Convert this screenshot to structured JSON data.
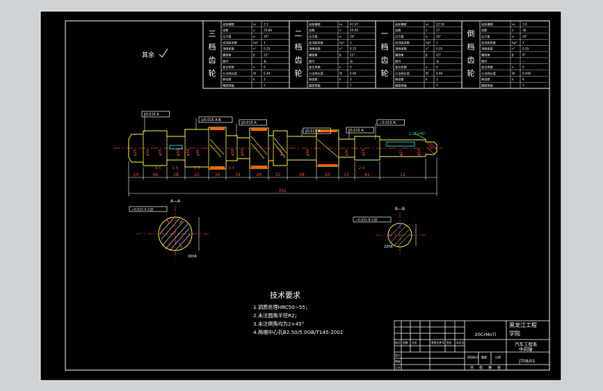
{
  "surface_finish_note": "其余",
  "gear_labels": [
    "三档齿轮",
    "二档齿轮",
    "一档齿轮",
    "倒档齿轮"
  ],
  "gear_tables": [
    {
      "rows": [
        [
          "齿轮模数",
          "m",
          "2.5"
        ],
        [
          "齿数",
          "z",
          "25.80"
        ],
        [
          "压力角",
          "α",
          "20°"
        ],
        [
          "齿顶高系数",
          "ha*",
          "1"
        ],
        [
          "顶隙系数",
          "c*",
          "0.25"
        ],
        [
          "螺旋角",
          "β",
          "22°"
        ],
        [
          "旋向",
          "",
          "右"
        ],
        [
          "变位系数",
          "x",
          "0"
        ],
        [
          "公法线长度",
          "W",
          "6.40"
        ],
        [
          "跨齿数",
          "k",
          "3"
        ],
        [
          "精度等级",
          "",
          "7"
        ]
      ]
    },
    {
      "rows": [
        [
          "齿轮模数",
          "m",
          "41.07"
        ],
        [
          "齿数",
          "z",
          "20.00"
        ],
        [
          "压力角",
          "α",
          "20°"
        ],
        [
          "齿顶高系数",
          "ha*",
          "1"
        ],
        [
          "顶隙系数",
          "c*",
          "0.25"
        ],
        [
          "螺旋角",
          "β",
          "22°"
        ],
        [
          "旋向",
          "",
          "右"
        ],
        [
          "变位系数",
          "x",
          "0"
        ],
        [
          "公法线长度",
          "W",
          "6.90"
        ],
        [
          "跨齿数",
          "k",
          "3"
        ],
        [
          "精度等级",
          "",
          "7"
        ]
      ]
    },
    {
      "rows": [
        [
          "齿轮模数",
          "m",
          "22.50"
        ],
        [
          "齿数",
          "z",
          "17"
        ],
        [
          "压力角",
          "α",
          "20°"
        ],
        [
          "齿顶高系数",
          "ha*",
          "1"
        ],
        [
          "顶隙系数",
          "c*",
          "0.25"
        ],
        [
          "螺旋角",
          "β",
          "22°"
        ],
        [
          "旋向",
          "",
          "右"
        ],
        [
          "变位系数",
          "x",
          "0"
        ],
        [
          "公法线长度",
          "W",
          "6.90"
        ],
        [
          "跨齿数",
          "k",
          "3"
        ],
        [
          "精度等级",
          "",
          "7"
        ]
      ]
    },
    {
      "rows": [
        [
          "齿轮模数",
          "m",
          "3.0"
        ],
        [
          "齿数",
          "z",
          "38"
        ],
        [
          "压力角",
          "α",
          "20°"
        ],
        [
          "齿顶高系数",
          "ha*",
          "1"
        ],
        [
          "顶隙系数",
          "c*",
          "0.25"
        ],
        [
          "螺旋角",
          "β",
          "0°"
        ],
        [
          "旋向",
          "",
          "—"
        ],
        [
          "变位系数",
          "x",
          "0"
        ],
        [
          "公法线长度",
          "W",
          "6.448"
        ],
        [
          "跨齿数",
          "k",
          "4"
        ],
        [
          "精度等级",
          "",
          "7"
        ]
      ]
    }
  ],
  "dimensions": {
    "bottom": [
      "20",
      "36",
      "28",
      "20",
      "30",
      "34",
      "20",
      "32",
      "28",
      "20",
      "51",
      "61",
      "11"
    ],
    "overall_length": "351",
    "inner": [
      "3.5",
      "1.5",
      "3.5",
      "3.5",
      "2.5"
    ],
    "chamfer": "1.25×45°"
  },
  "tolerance_frames": [
    "∥0.015 A",
    "◎0.015 A-B",
    "∥0.015 A",
    "∥0.015 A",
    "∥0.015 A",
    "⊥0.015 A"
  ],
  "sections": [
    {
      "title": "A—A",
      "frame": "=0.015 A C|D",
      "dim": "30h6"
    },
    {
      "title": "B—B",
      "frame": "=0.015 B C|D",
      "dim": "22h6"
    }
  ],
  "tech_requirements": {
    "title": "技术要求",
    "items": [
      "1.调质处理HRC50~55；",
      "2.未注圆角半径R2；",
      "3.未注倒角均为2×45°",
      "4.两端中心孔B2.50/5.0GB/T145-2001"
    ]
  },
  "title_block": {
    "material": "20CrMnTi",
    "school": "黑龙江工程学院",
    "part_name": "汽车工程系 中间轴",
    "drawing_no": "JT08/01",
    "row_labels": [
      "标记",
      "处数",
      "分区",
      "更改文件号",
      "签名",
      "年月日"
    ],
    "left_labels": [
      "设计",
      "审核",
      "工艺"
    ],
    "stage_labels": [
      "阶段标记",
      "重量",
      "比例"
    ],
    "sheet_labels": [
      "共",
      "张",
      "第",
      "张"
    ]
  },
  "colors": {
    "frame_bg": "#000000",
    "line": "#ffffff",
    "part": "#ffff33",
    "dimension": "#ff5555",
    "centerline": "#ff3333",
    "teeth": "#ff6600",
    "frame_text": "#ffffff",
    "cyan": "#33ffff",
    "green": "#00ff66"
  }
}
